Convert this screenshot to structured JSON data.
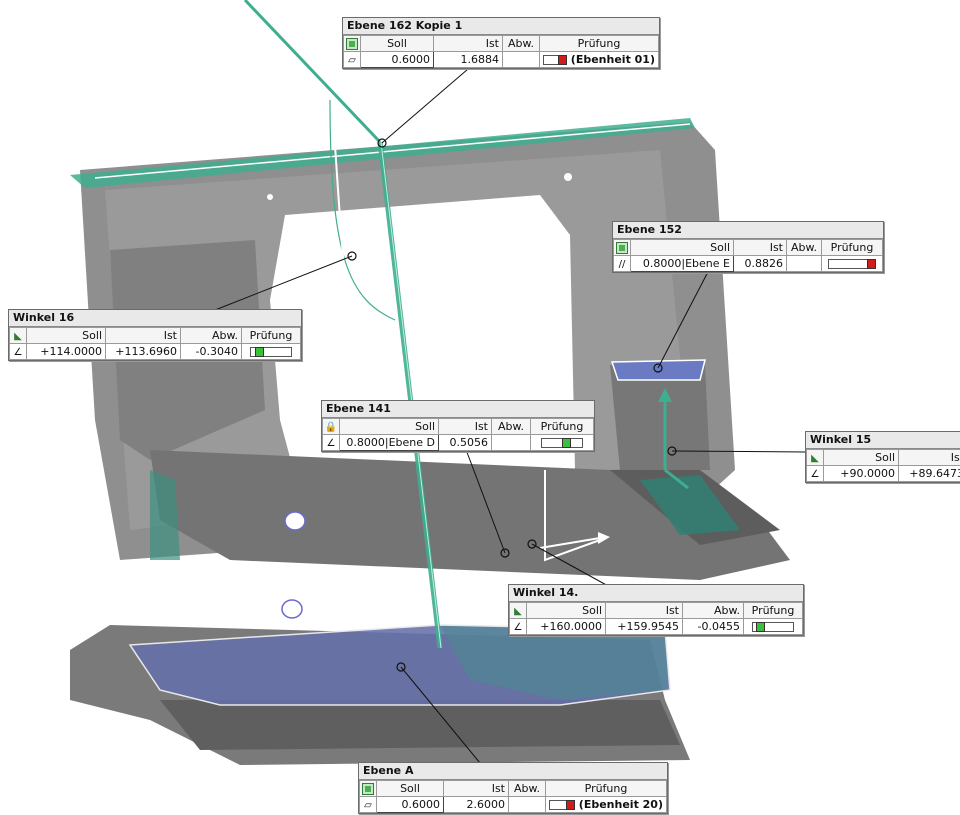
{
  "colors": {
    "teal_plane": "#3fae90",
    "part_gray": "#8f8f8f",
    "part_dark": "#6f6f6f",
    "deviation_blue": "#5a6db0",
    "status_red": "#d01c1c",
    "status_green": "#3cc03c"
  },
  "callouts": {
    "ebene162": {
      "title": "Ebene 162 Kopie 1",
      "icon": "flatness-green-icon",
      "row_icon": "flatness-symbol-icon",
      "h_soll": "Soll",
      "h_ist": "Ist",
      "h_abw": "Abw.",
      "h_pruefung": "Prüfung",
      "soll": "0.6000",
      "ist": "1.6884",
      "abw": "",
      "pruefung_label": "(Ebenheit 01)",
      "status": "red"
    },
    "ebene152": {
      "title": "Ebene 152",
      "icon": "flatness-green-icon",
      "row_icon": "parallelism-symbol-icon",
      "h_soll": "Soll",
      "h_ist": "Ist",
      "h_abw": "Abw.",
      "h_pruefung": "Prüfung",
      "soll": "0.8000|Ebene E",
      "ist": "0.8826",
      "abw": "",
      "status": "red"
    },
    "winkel16": {
      "title": "Winkel 16",
      "icon": "angle-green-icon",
      "row_icon": "angle-symbol-icon",
      "h_soll": "Soll",
      "h_ist": "Ist",
      "h_abw": "Abw.",
      "h_pruefung": "Prüfung",
      "soll": "+114.0000",
      "ist": "+113.6960",
      "abw": "-0.3040",
      "status": "green",
      "status_level": 0.12
    },
    "ebene141": {
      "title": "Ebene 141",
      "icon": "lock-icon",
      "row_icon": "angularity-symbol-icon",
      "h_soll": "Soll",
      "h_ist": "Ist",
      "h_abw": "Abw.",
      "h_pruefung": "Prüfung",
      "soll": "0.8000|Ebene D",
      "ist": "0.5056",
      "abw": "",
      "status": "green",
      "status_level": 0.63
    },
    "winkel15": {
      "title": "Winkel 15",
      "icon": "angle-green-icon",
      "row_icon": "angle-symbol-icon",
      "h_soll": "Soll",
      "h_ist": "Ist",
      "soll": "+90.0000",
      "ist": "+89.6473"
    },
    "winkel14": {
      "title": "Winkel 14.",
      "icon": "angle-green-icon",
      "row_icon": "angle-symbol-icon",
      "h_soll": "Soll",
      "h_ist": "Ist",
      "h_abw": "Abw.",
      "h_pruefung": "Prüfung",
      "soll": "+160.0000",
      "ist": "+159.9545",
      "abw": "-0.0455",
      "status": "green",
      "status_level": 0.08
    },
    "ebeneA": {
      "title": "Ebene A",
      "icon": "flatness-green-icon",
      "row_icon": "flatness-symbol-icon",
      "h_soll": "Soll",
      "h_ist": "Ist",
      "h_abw": "Abw.",
      "h_pruefung": "Prüfung",
      "soll": "0.6000",
      "ist": "2.6000",
      "abw": "",
      "pruefung_label": "(Ebenheit 20)",
      "status": "red"
    }
  }
}
